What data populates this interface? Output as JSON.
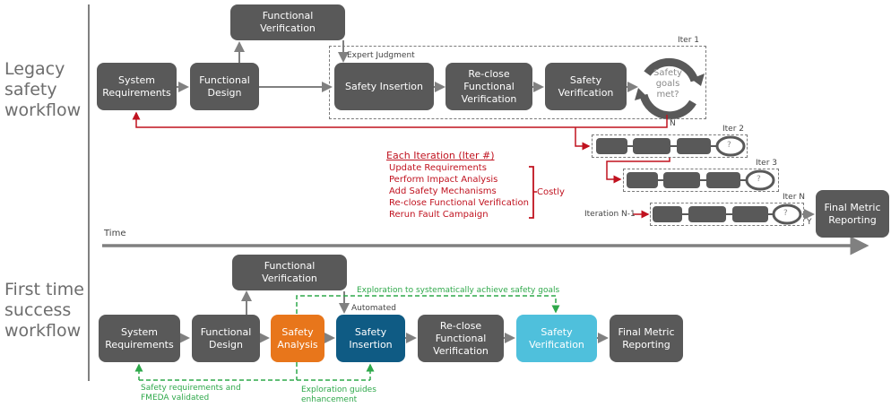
{
  "lanes": {
    "legacy": "Legacy safety workflow",
    "legacy_lines": [
      "Legacy",
      "safety",
      "workflow"
    ],
    "first_time": "First time success workflow",
    "first_time_lines": [
      "First time",
      "success",
      "workflow"
    ]
  },
  "time_label": "Time",
  "legacy": {
    "boxes": {
      "system_requirements": "System Requirements",
      "functional_design": "Functional Design",
      "functional_verification": "Functional Verification",
      "safety_insertion": "Safety Insertion",
      "reclose_functional_verification": "Re-close Functional Verification",
      "safety_verification": "Safety Verification",
      "final_metric_reporting": "Final Metric Reporting"
    },
    "decision": "Safety goals met?",
    "decision_small": "?",
    "expert_judgment": "Expert Judgment",
    "iter_labels": [
      "Iter 1",
      "Iter 2",
      "Iter 3",
      "Iter N"
    ],
    "iteration_n_minus_1": "Iteration N-1",
    "no_label": "N",
    "yes_label": "Y",
    "each_iteration": {
      "title": "Each Iteration (Iter #)",
      "items": [
        "Update Requirements",
        "Perform Impact Analysis",
        "Add Safety Mechanisms",
        "Re-close Functional Verification",
        "Rerun Fault Campaign"
      ],
      "bracket_label": "Costly"
    }
  },
  "first_time": {
    "boxes": {
      "system_requirements": "System Requirements",
      "functional_design": "Functional Design",
      "functional_verification": "Functional Verification",
      "safety_analysis": "Safety Analysis",
      "safety_insertion": "Safety Insertion",
      "reclose_functional_verification": "Re-close Functional Verification",
      "safety_verification": "Safety Verification",
      "final_metric_reporting": "Final Metric Reporting"
    },
    "automated": "Automated",
    "exploration_top": "Exploration to systematically achieve safety goals",
    "safety_req_validated": [
      "Safety requirements and",
      "FMEDA validated"
    ],
    "exploration_guides": [
      "Exploration guides",
      "enhancement"
    ]
  },
  "colors": {
    "box_gray": "#595959",
    "orange": "#e8761b",
    "navy": "#0f5b84",
    "cyan": "#4fc0dc",
    "red": "#c0121f",
    "green": "#2ea84a"
  }
}
